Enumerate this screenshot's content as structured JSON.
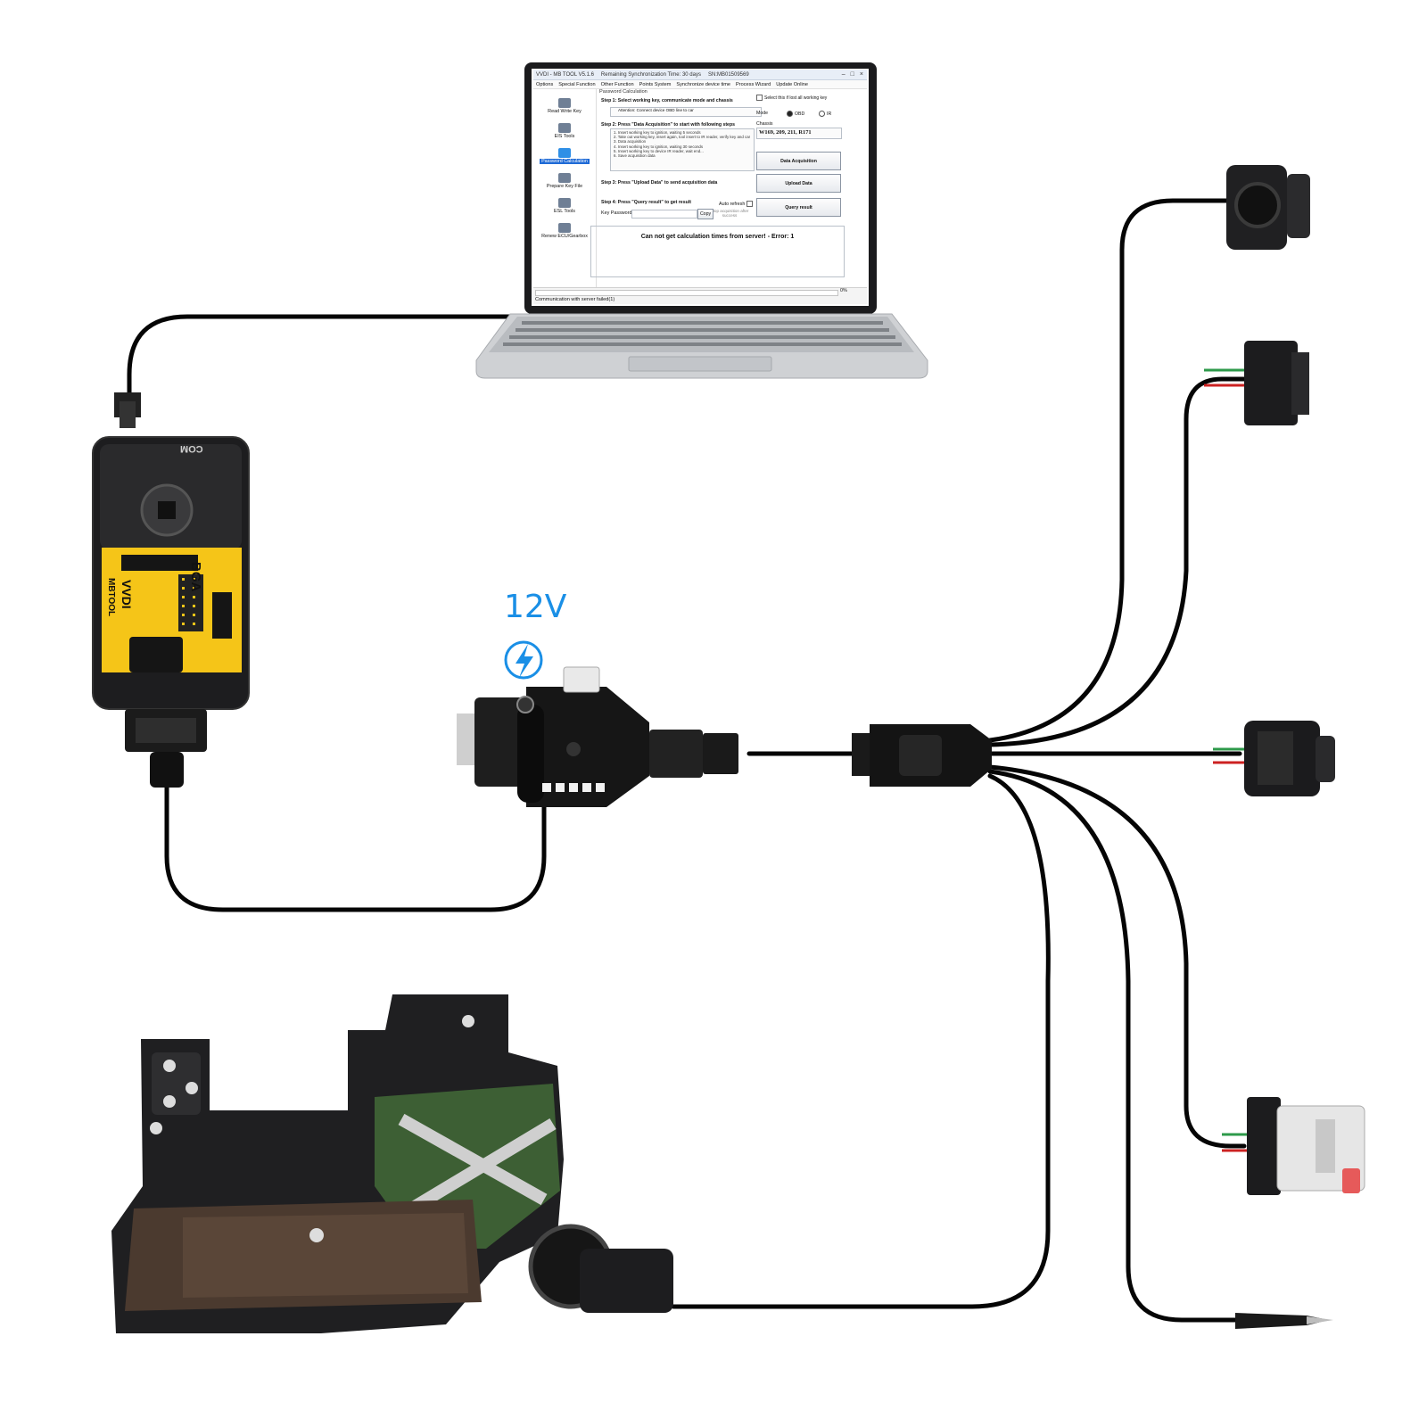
{
  "app": {
    "title": "VVDI - MB TOOL V5.1.6",
    "sync_time": "Remaining Synchronization Time: 30 days",
    "serial": "SN:MB01509569",
    "window_controls": [
      "–",
      "□",
      "×"
    ],
    "menu": [
      "Options",
      "Special Function",
      "Other Function",
      "Points System",
      "Synchronize device time",
      "Process Wizard",
      "Update Online"
    ],
    "sidebar": [
      {
        "label": "Read Write Key",
        "icon": "key-reader-icon"
      },
      {
        "label": "EIS Tools",
        "icon": "eis-icon"
      },
      {
        "label": "Password Calculation",
        "icon": "password-calc-icon",
        "active": true
      },
      {
        "label": "Prepare Key File",
        "icon": "key-file-icon"
      },
      {
        "label": "ESL Tools",
        "icon": "esl-icon"
      },
      {
        "label": "Renew ECU/Gearbox",
        "icon": "ecu-icon"
      }
    ],
    "group_title": "Password Calculation",
    "step1": "Step 1: Select working key, communicate mode and chassis",
    "attention": "Attention: Connect device OBD line to car",
    "lost_all_keys": "Select this if lost all working key",
    "mode_label": "Mode",
    "mode_obd": "OBD",
    "mode_ir": "IR",
    "chassis_label": "Chassis",
    "chassis_value": "W169, 209, 211, R171",
    "step2": "Step 2: Press \"Data Acquisition\" to start with following steps",
    "steps_list": [
      "1. Insert working key to ignition, waiting 5 seconds",
      "2. Take out working key, insert again, tool insert to IR reader, verify key and car",
      "3. Data acquisition",
      "4. Insert working key to ignition, waiting 30 seconds",
      "5. Insert working key to device IR reader, wait end...",
      "6. Save acquisition data"
    ],
    "data_acq_button": "Data Acquisition",
    "step3": "Step 3: Press \"Upload Data\" to send acquisition data",
    "upload_button": "Upload Data",
    "step4": "Step 4: Press \"Query result\" to get result",
    "auto_refresh": "Auto refresh",
    "stop_acq": "Stop acquisition after success",
    "key_password_label": "Key Password",
    "copy_button": "Copy",
    "query_button": "Query result",
    "message": "Can not get calculation times from server! - Error: 1",
    "progress_pct": "0%",
    "progress_value": 0,
    "status": "Communication with server failed(1)"
  },
  "device": {
    "brand": "VVDI",
    "model": "MBTOOL",
    "bga_label": "BGA",
    "com_label": "COM",
    "accent_color": "#f5c518"
  },
  "power_label": "12V",
  "power_color": "#1a8fe6"
}
